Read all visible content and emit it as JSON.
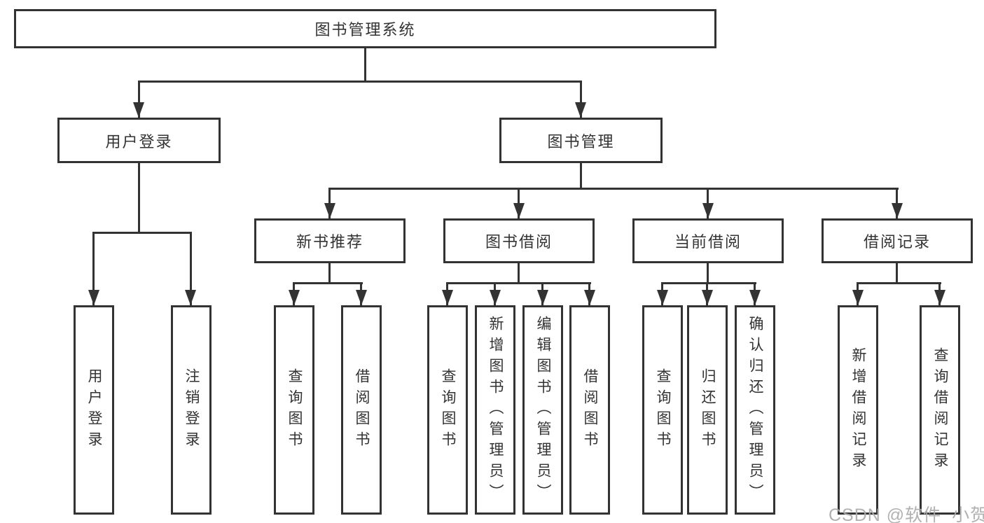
{
  "root": {
    "label": "图书管理系统"
  },
  "level2": [
    {
      "label": "用户登录"
    },
    {
      "label": "图书管理"
    }
  ],
  "level3": [
    {
      "label": "新书推荐"
    },
    {
      "label": "图书借阅"
    },
    {
      "label": "当前借阅"
    },
    {
      "label": "借阅记录"
    }
  ],
  "leaves": [
    {
      "label": "用户登录"
    },
    {
      "label": "注销登录"
    },
    {
      "label": "查询图书"
    },
    {
      "label": "借阅图书"
    },
    {
      "label": "查询图书"
    },
    {
      "label": "新增图书（管理员）"
    },
    {
      "label": "编辑图书（管理员）"
    },
    {
      "label": "借阅图书"
    },
    {
      "label": "查询图书"
    },
    {
      "label": "归还图书"
    },
    {
      "label": "确认归还（管理员）"
    },
    {
      "label": "新增借阅记录"
    },
    {
      "label": "查询借阅记录"
    }
  ],
  "watermark": {
    "text": "CSDN @软件_小贺同学"
  },
  "colors": {
    "line": "#333333",
    "text": "#333333",
    "watermark": "#ABABAB",
    "background": "#FFFFFF"
  }
}
